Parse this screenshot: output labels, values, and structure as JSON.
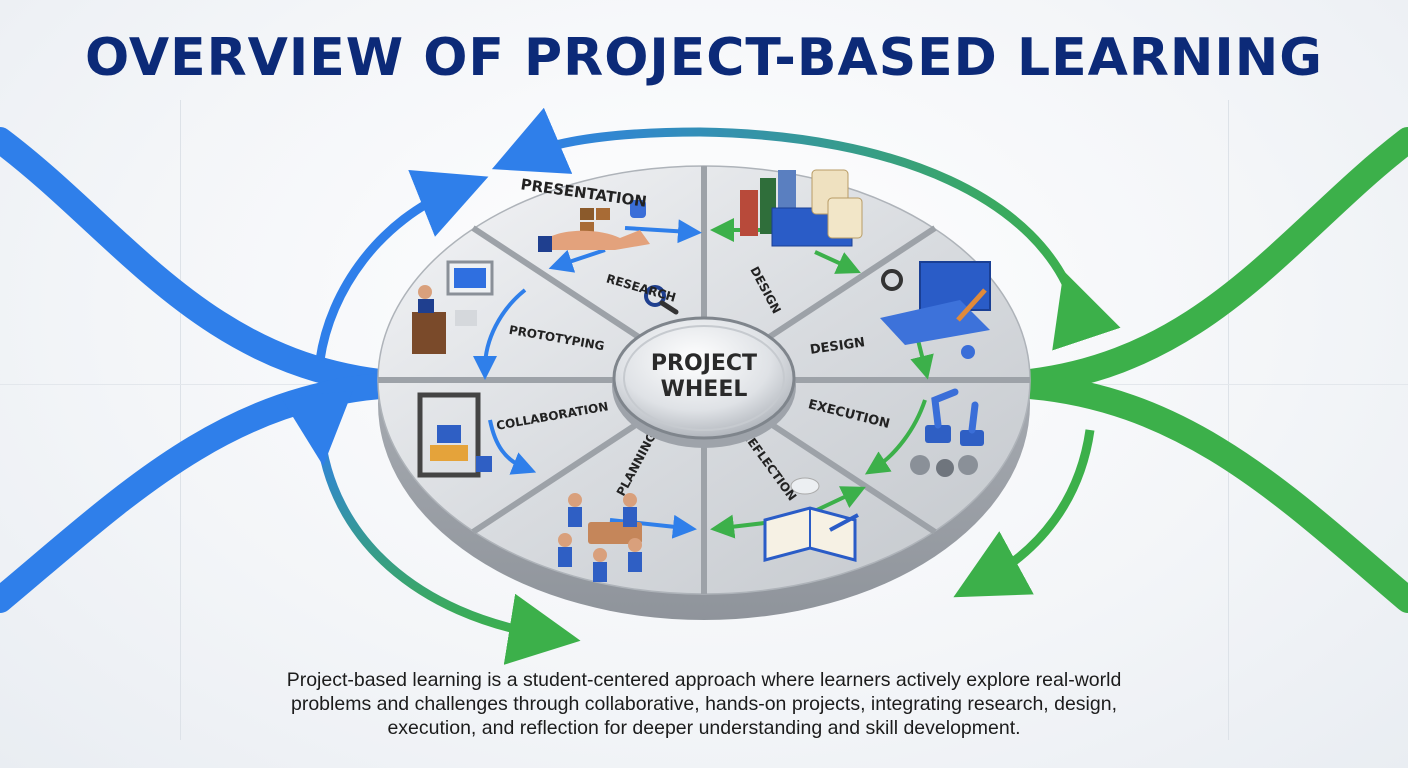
{
  "title": "OVERVIEW OF PROJECT-BASED LEARNING",
  "hub": {
    "line1": "PROJECT",
    "line2": "WHEEL"
  },
  "segments": [
    {
      "label": "PRESENTATION",
      "icon": "handshake-puzzle-icon"
    },
    {
      "label": "RESEARCH",
      "icon": "magnifier-icon"
    },
    {
      "label": "DESIGN",
      "icon": "books-blueprint-icon"
    },
    {
      "label": "DESIGN",
      "icon": "laptop-blueprint-icon"
    },
    {
      "label": "EXECUTION",
      "icon": "robot-arm-gears-icon"
    },
    {
      "label": "REFLECTION",
      "icon": "notebook-icon"
    },
    {
      "label": "PLANNING",
      "icon": "team-meeting-icon"
    },
    {
      "label": "COLLABORATION",
      "icon": "3d-printer-icon"
    },
    {
      "label": "PROTOTYPING",
      "icon": "presenter-podium-icon"
    }
  ],
  "description": "Project-based learning is a student-centered approach where learners actively explore real-world problems and challenges through collaborative, hands-on projects, integrating research, design, execution, and reflection for deeper understanding and skill development.",
  "colors": {
    "title": "#0c2a78",
    "blue_arrow": "#2f7fea",
    "green_arrow": "#3cb04a"
  }
}
